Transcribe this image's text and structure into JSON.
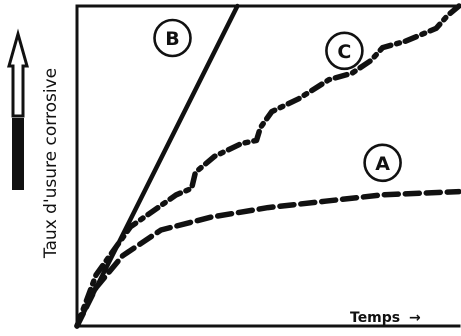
{
  "chart_data": {
    "type": "line",
    "title": "",
    "xlabel": "Temps",
    "xlabel_arrow": "→",
    "ylabel": "Taux d'usure corrosive",
    "xlim": [
      0,
      1
    ],
    "ylim": [
      0,
      1
    ],
    "grid": false,
    "legend": "none",
    "series": [
      {
        "name": "B",
        "style": "solid",
        "points": [
          [
            0,
            0
          ],
          [
            0.42,
            1.0
          ]
        ]
      },
      {
        "name": "C",
        "style": "dash-dot",
        "points": [
          [
            0,
            0
          ],
          [
            0.05,
            0.16
          ],
          [
            0.14,
            0.31
          ],
          [
            0.26,
            0.41
          ],
          [
            0.3,
            0.43
          ],
          [
            0.31,
            0.48
          ],
          [
            0.36,
            0.53
          ],
          [
            0.43,
            0.57
          ],
          [
            0.47,
            0.58
          ],
          [
            0.48,
            0.62
          ],
          [
            0.51,
            0.67
          ],
          [
            0.58,
            0.71
          ],
          [
            0.66,
            0.77
          ],
          [
            0.72,
            0.79
          ],
          [
            0.77,
            0.83
          ],
          [
            0.8,
            0.87
          ],
          [
            0.86,
            0.89
          ],
          [
            0.94,
            0.93
          ],
          [
            0.97,
            0.97
          ],
          [
            1.0,
            1.0
          ]
        ]
      },
      {
        "name": "A",
        "style": "dashed",
        "points": [
          [
            0,
            0
          ],
          [
            0.05,
            0.12
          ],
          [
            0.12,
            0.22
          ],
          [
            0.22,
            0.3
          ],
          [
            0.35,
            0.34
          ],
          [
            0.5,
            0.37
          ],
          [
            0.65,
            0.39
          ],
          [
            0.8,
            0.41
          ],
          [
            1.0,
            0.42
          ]
        ]
      }
    ],
    "markers": [
      {
        "label": "B",
        "x": 0.25,
        "y": 0.9
      },
      {
        "label": "C",
        "x": 0.7,
        "y": 0.86
      },
      {
        "label": "A",
        "x": 0.8,
        "y": 0.51
      }
    ],
    "colors": {
      "ink": "#111111",
      "background": "#ffffff"
    },
    "icons": {
      "y_arrow": "up-arrow-icon"
    }
  }
}
